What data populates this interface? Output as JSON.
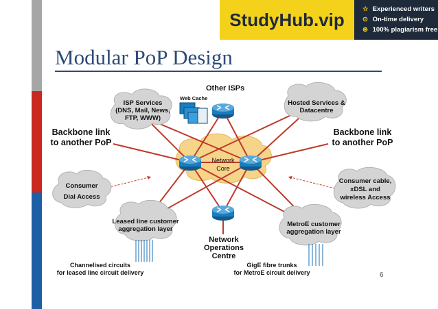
{
  "slide": {
    "title": "Modular PoP Design",
    "page_number": "6"
  },
  "banner": {
    "logo": "StudyHub.vip",
    "items": [
      {
        "icon": "star-icon",
        "glyph": "☆",
        "text": "Experienced writers"
      },
      {
        "icon": "clock-icon",
        "glyph": "⊙",
        "text": "On-time delivery"
      },
      {
        "icon": "shield-icon",
        "glyph": "⊛",
        "text": "100% plagiarism free"
      }
    ]
  },
  "diagram": {
    "other_isps": "Other ISPs",
    "web_cache": "Web Cache",
    "isp_services": [
      "ISP Services",
      "(DNS, Mail, News,",
      "FTP, WWW)"
    ],
    "hosted_services": [
      "Hosted Services &",
      "Datacentre"
    ],
    "backbone_left": [
      "Backbone link",
      "to another PoP"
    ],
    "backbone_right": [
      "Backbone link",
      "to another PoP"
    ],
    "network_core": [
      "Network",
      "Core"
    ],
    "consumer_dialup": [
      "Consumer",
      "Dial Access"
    ],
    "consumer_cable": [
      "Consumer cable,",
      "xDSL and",
      "wireless Access"
    ],
    "leased_line": [
      "Leased line customer",
      "aggregation layer"
    ],
    "metroe": [
      "MetroE customer",
      "aggregation layer"
    ],
    "noc": [
      "Network",
      "Operations",
      "Centre"
    ],
    "channelised": [
      "Channelised circuits",
      "for leased line circuit delivery"
    ],
    "gige": [
      "GigE fibre trunks",
      "for MetroE circuit delivery"
    ],
    "colors": {
      "link": "#c0392b",
      "router": "#1a7dbd",
      "cloud": "#d4d4d4",
      "core_cloud": "#f6d58a"
    }
  }
}
